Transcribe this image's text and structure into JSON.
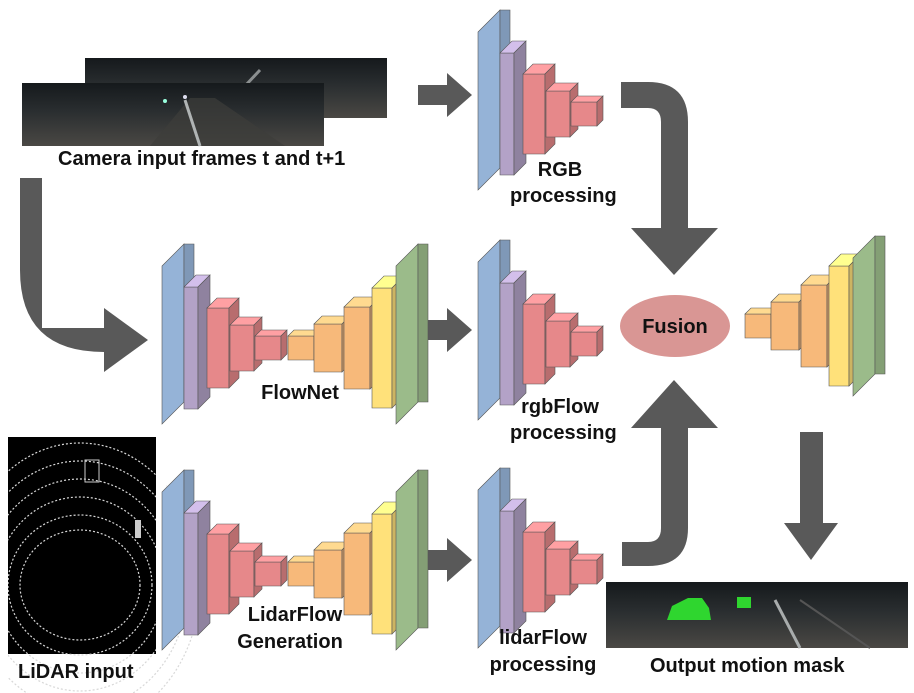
{
  "labels": {
    "camera_input": "Camera input frames t and t+1",
    "rgb_processing_1": "RGB",
    "rgb_processing_2": "processing",
    "flownet": "FlowNet",
    "rgbflow_1": "rgbFlow",
    "rgbflow_2": "processing",
    "lidarflow_gen_1": "LidarFlow",
    "lidarflow_gen_2": "Generation",
    "lidarflow_proc_1": "lidarFlow",
    "lidarflow_proc_2": "processing",
    "lidar_input": "LiDAR input",
    "fusion": "Fusion",
    "output_mask": "Output motion mask"
  },
  "colors": {
    "arrow": "#595959",
    "fusion": "#d99694",
    "blue": "#95b3d7",
    "purple": "#b3a2c7",
    "red": "#e6888a",
    "orange": "#f7b97a",
    "yellow": "#ffe17a",
    "green": "#9bbb8a",
    "mask_green": "#2fd62f"
  }
}
